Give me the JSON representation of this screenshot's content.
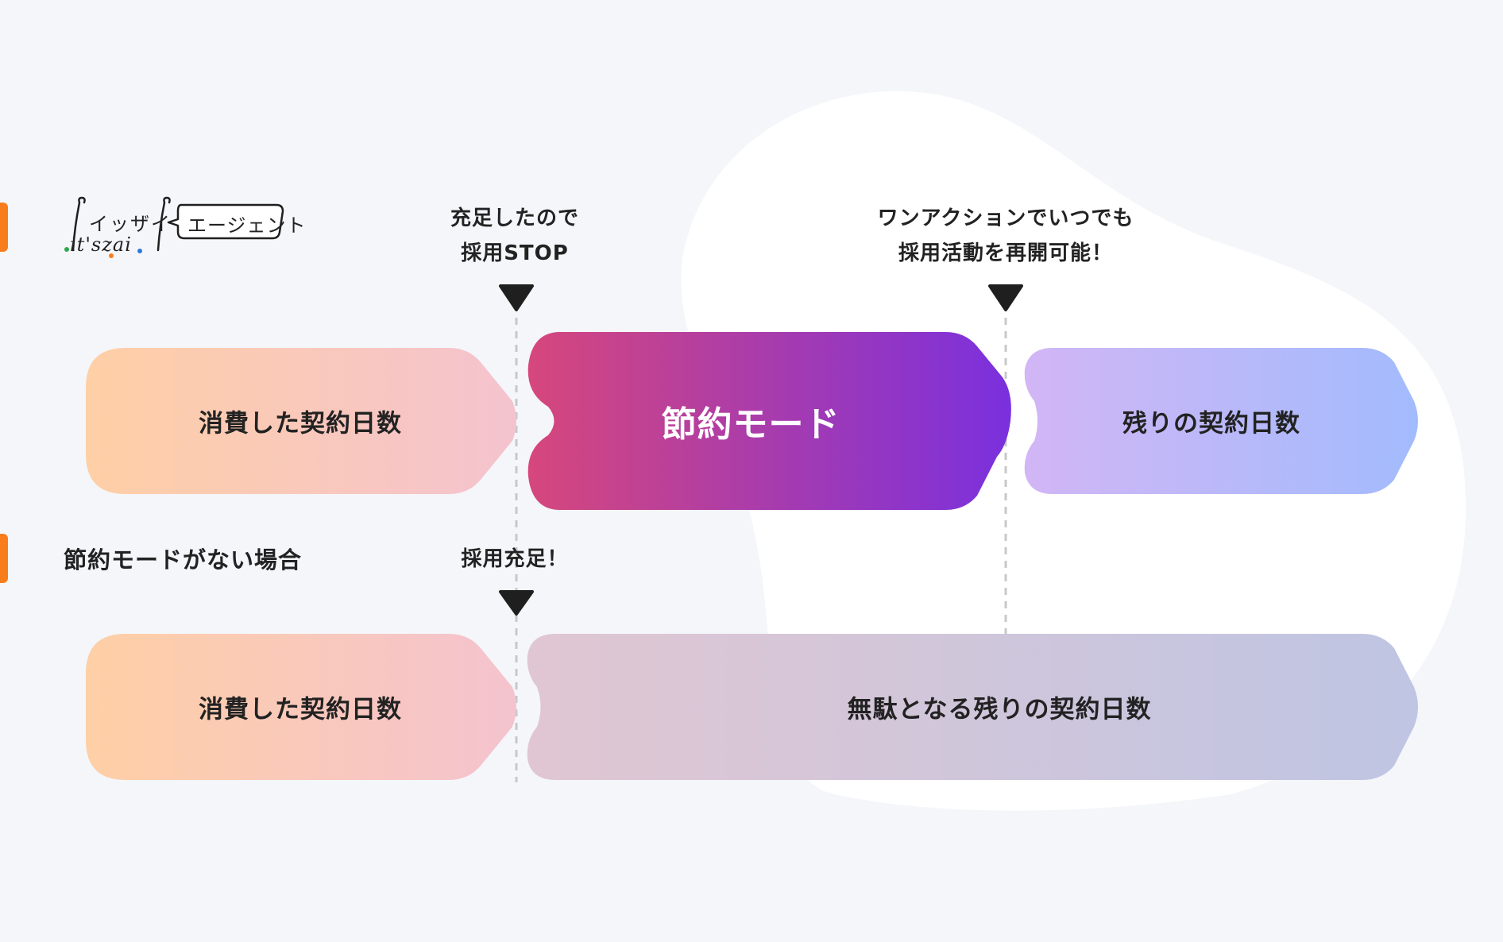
{
  "logo": {
    "text_main": "イッザイ",
    "text_script": "it'szai",
    "text_bubble": "エージェント"
  },
  "callouts": {
    "stop": [
      "充足したので",
      "採用STOP"
    ],
    "resume": [
      "ワンアクションでいつでも",
      "採用活動を再開可能！"
    ],
    "filled": "採用充足！"
  },
  "rows": {
    "with_mode": {
      "consumed": "消費した契約日数",
      "saving": "節約モード",
      "remaining": "残りの契約日数"
    },
    "without_mode": {
      "heading": "節約モードがない場合",
      "consumed": "消費した契約日数",
      "wasted": "無駄となる残りの契約日数"
    }
  },
  "colors": {
    "accent_orange": "#f97d1c",
    "consumed_start": "#ffcfa6",
    "consumed_end": "#f4c3cf",
    "saving_start": "#d6477c",
    "saving_end": "#7a30de",
    "remaining_start": "#d2b6f5",
    "remaining_end": "#a2bbfd",
    "wasted_start": "#e0c6d2",
    "wasted_end": "#bfc5e3"
  }
}
